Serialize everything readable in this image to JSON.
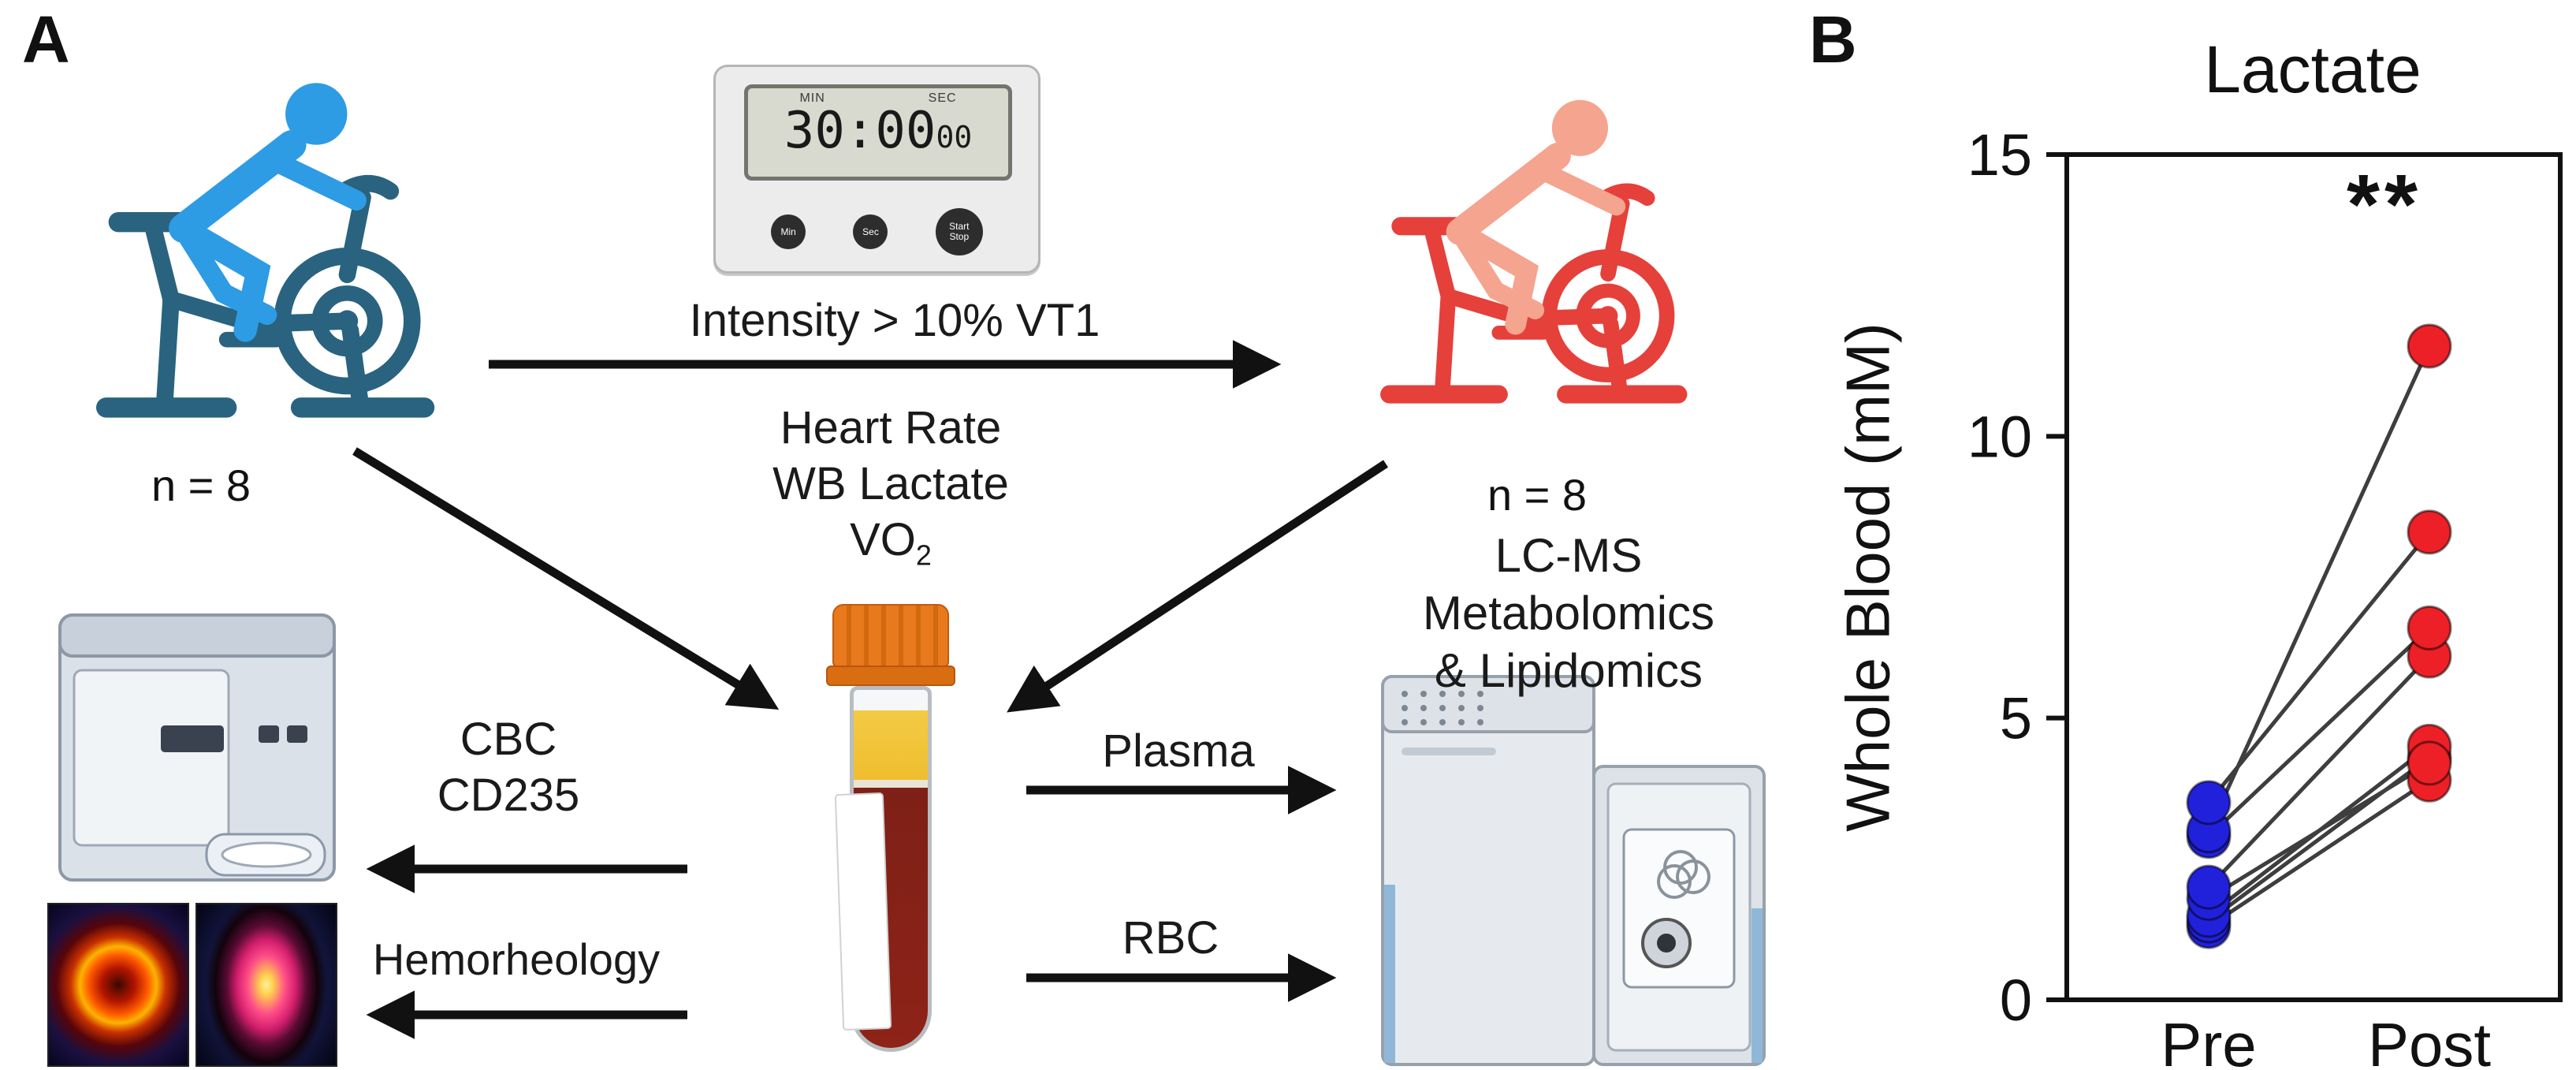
{
  "figure": {
    "panel_a_label": "A",
    "panel_b_label": "B"
  },
  "panel_a": {
    "left_group_n": "n = 8",
    "right_group_n": "n = 8",
    "timer": {
      "min_caption": "MIN",
      "sec_caption": "SEC",
      "time_main": "30:00",
      "time_frac": "00",
      "btn_min": "Min",
      "btn_sec": "Sec",
      "btn_start": "Start",
      "btn_stop": "Stop"
    },
    "protocol_label": "Intensity > 10% VT1",
    "central_measures": {
      "line1": "Heart Rate",
      "line2": "WB Lactate",
      "line3_base": "VO",
      "line3_sub": "2"
    },
    "left_outputs": {
      "line1": "CBC",
      "line2": "CD235",
      "hemorheology": "Hemorheology"
    },
    "right_outputs": {
      "plasma": "Plasma",
      "rbc": "RBC"
    },
    "lcms": {
      "line1": "LC-MS",
      "line2": "Metabolomics",
      "line3": "& Lipidomics"
    }
  },
  "colors": {
    "blue_person": "#2E9BE5",
    "blue_bike": "#29637F",
    "red_person": "#F5A48F",
    "red_bike": "#E6403B",
    "cap_orange": "#E8791D",
    "plasma_yellow": "#EFBE2E",
    "blood_red": "#7E2017"
  },
  "chart_data": {
    "type": "scatter",
    "title": "Lactate",
    "ylabel": "Whole Blood (mM)",
    "xlabel": "",
    "ylim": [
      0,
      15
    ],
    "yticks": [
      0,
      5,
      10,
      15
    ],
    "categories": [
      "Pre",
      "Post"
    ],
    "legend": null,
    "grid": false,
    "significance": "**",
    "point_colors": {
      "Pre": "#2121DC",
      "Post": "#EC2026"
    },
    "pairs": [
      {
        "pre": 1.3,
        "post": 3.9
      },
      {
        "pre": 1.4,
        "post": 4.3
      },
      {
        "pre": 1.5,
        "post": 4.5
      },
      {
        "pre": 1.8,
        "post": 4.2
      },
      {
        "pre": 2.0,
        "post": 6.1
      },
      {
        "pre": 2.9,
        "post": 6.6
      },
      {
        "pre": 3.0,
        "post": 11.6
      },
      {
        "pre": 3.5,
        "post": 8.3
      }
    ]
  }
}
